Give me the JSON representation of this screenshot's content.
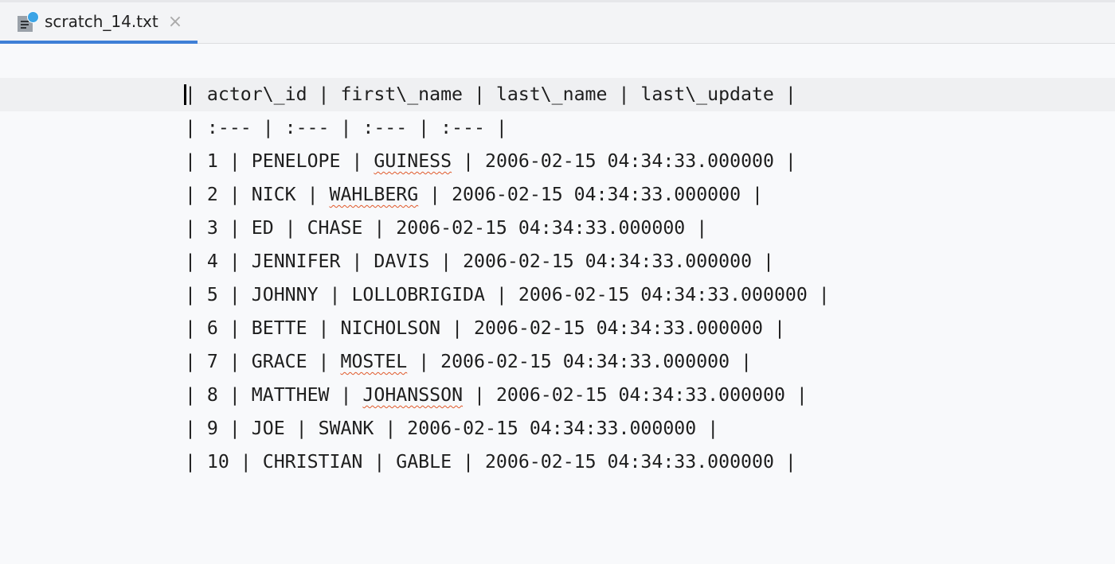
{
  "tab": {
    "title": "scratch_14.txt",
    "icon": "scratch-file-icon",
    "close": "×"
  },
  "lines": [
    "| actor\\_id | first\\_name | last\\_name | last\\_update |",
    "| :--- | :--- | :--- | :--- |"
  ],
  "rows": [
    {
      "id": "1",
      "first": "PENELOPE",
      "last": "GUINESS",
      "updated": "2006-02-15 04:34:33.000000",
      "typo": true
    },
    {
      "id": "2",
      "first": "NICK",
      "last": "WAHLBERG",
      "updated": "2006-02-15 04:34:33.000000",
      "typo": true
    },
    {
      "id": "3",
      "first": "ED",
      "last": "CHASE",
      "updated": "2006-02-15 04:34:33.000000",
      "typo": false
    },
    {
      "id": "4",
      "first": "JENNIFER",
      "last": "DAVIS",
      "updated": "2006-02-15 04:34:33.000000",
      "typo": false
    },
    {
      "id": "5",
      "first": "JOHNNY",
      "last": "LOLLOBRIGIDA",
      "updated": "2006-02-15 04:34:33.000000",
      "typo": false
    },
    {
      "id": "6",
      "first": "BETTE",
      "last": "NICHOLSON",
      "updated": "2006-02-15 04:34:33.000000",
      "typo": false
    },
    {
      "id": "7",
      "first": "GRACE",
      "last": "MOSTEL",
      "updated": "2006-02-15 04:34:33.000000",
      "typo": true
    },
    {
      "id": "8",
      "first": "MATTHEW",
      "last": "JOHANSSON",
      "updated": "2006-02-15 04:34:33.000000",
      "typo": true
    },
    {
      "id": "9",
      "first": "JOE",
      "last": "SWANK",
      "updated": "2006-02-15 04:34:33.000000",
      "typo": false
    },
    {
      "id": "10",
      "first": "CHRISTIAN",
      "last": "GABLE",
      "updated": "2006-02-15 04:34:33.000000",
      "typo": false
    }
  ]
}
